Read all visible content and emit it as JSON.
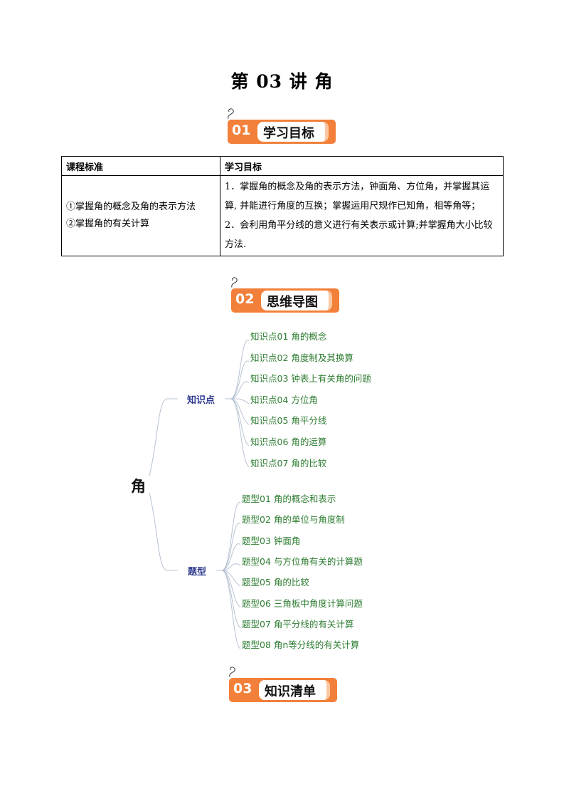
{
  "title": "第 03 讲  角",
  "sections": [
    {
      "num": "01",
      "label": "学习目标"
    },
    {
      "num": "02",
      "label": "思维导图"
    },
    {
      "num": "03",
      "label": "知识清单"
    }
  ],
  "table": {
    "headers": [
      "课程标准",
      "学习目标"
    ],
    "standards": [
      "①掌握角的概念及角的表示方法",
      "②掌握角的有关计算"
    ],
    "goals": [
      "1．掌握角的概念及角的表示方法，钟面角、方位角，并掌握其运算, 并能进行角度的互换；掌握运用尺规作已知角，相等角等；",
      "2．会利用角平分线的意义进行有关表示或计算;并掌握角大小比较方法."
    ]
  },
  "mindmap": {
    "root": "角",
    "branches": [
      {
        "label": "知识点",
        "items": [
          "知识点01  角的概念",
          "知识点02  角度制及其换算",
          "知识点03  钟表上有关角的问题",
          "知识点04  方位角",
          "知识点05  角平分线",
          "知识点06  角的运算",
          "知识点07  角的比较"
        ]
      },
      {
        "label": "题型",
        "items": [
          "题型01  角的概念和表示",
          "题型02  角的单位与角度制",
          "题型03  钟面角",
          "题型04  与方位角有关的计算题",
          "题型05  角的比较",
          "题型06  三角板中角度计算问题",
          "题型07  角平分线的有关计算",
          "题型08  角n等分线的有关计算"
        ]
      }
    ]
  },
  "colors": {
    "accent": "#f2803a",
    "leaf": "#2e7d32",
    "branch": "#2f3a8f",
    "line": "#b8c3d3"
  }
}
